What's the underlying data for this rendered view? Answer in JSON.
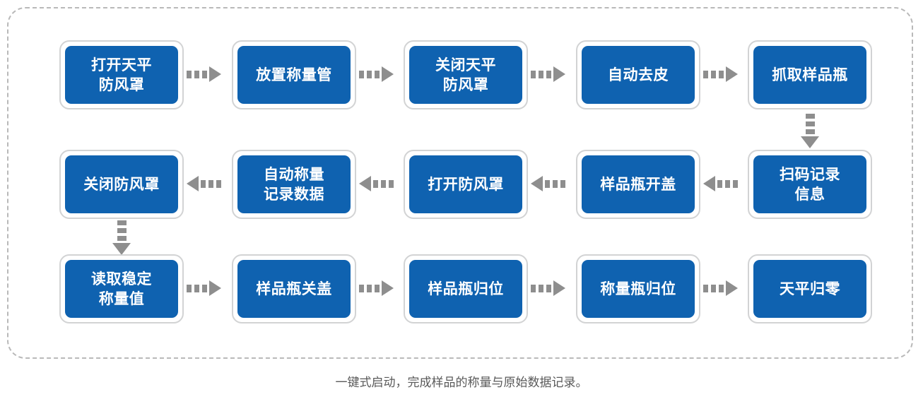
{
  "diagram": {
    "title_caption": "一键式启动，完成样品的称量与原始数据记录。",
    "accent_color": "#0f62b0",
    "frame_color": "#d2d3d4",
    "arrow_color": "#8e8e8e",
    "dashed_border_color": "#b9b9b9",
    "rows": [
      {
        "direction": "right",
        "nodes": [
          {
            "label": "打开天平\n防风罩"
          },
          {
            "label": "放置称量管"
          },
          {
            "label": "关闭天平\n防风罩"
          },
          {
            "label": "自动去皮"
          },
          {
            "label": "抓取样品瓶"
          }
        ],
        "connectors": [
          {
            "icon": "arrow-right-dashed"
          },
          {
            "icon": "arrow-right-dashed"
          },
          {
            "icon": "arrow-right-dashed"
          },
          {
            "icon": "arrow-right-dashed"
          }
        ]
      },
      {
        "direction": "left",
        "nodes": [
          {
            "label": "关闭防风罩"
          },
          {
            "label": "自动称量\n记录数据"
          },
          {
            "label": "打开防风罩"
          },
          {
            "label": "样品瓶开盖"
          },
          {
            "label": "扫码记录\n信息"
          }
        ],
        "connectors": [
          {
            "icon": "arrow-left-dashed"
          },
          {
            "icon": "arrow-left-dashed"
          },
          {
            "icon": "arrow-left-dashed"
          },
          {
            "icon": "arrow-left-dashed"
          }
        ]
      },
      {
        "direction": "right",
        "nodes": [
          {
            "label": "读取稳定\n称量值"
          },
          {
            "label": "样品瓶关盖"
          },
          {
            "label": "样品瓶归位"
          },
          {
            "label": "称量瓶归位"
          },
          {
            "label": "天平归零"
          }
        ],
        "connectors": [
          {
            "icon": "arrow-right-dashed"
          },
          {
            "icon": "arrow-right-dashed"
          },
          {
            "icon": "arrow-right-dashed"
          },
          {
            "icon": "arrow-right-dashed"
          }
        ]
      }
    ],
    "vertical_connectors": [
      {
        "icon": "arrow-down-dashed",
        "from": "抓取样品瓶",
        "to": "扫码记录信息"
      },
      {
        "icon": "arrow-down-dashed",
        "from": "关闭防风罩",
        "to": "读取稳定称量值"
      }
    ]
  }
}
